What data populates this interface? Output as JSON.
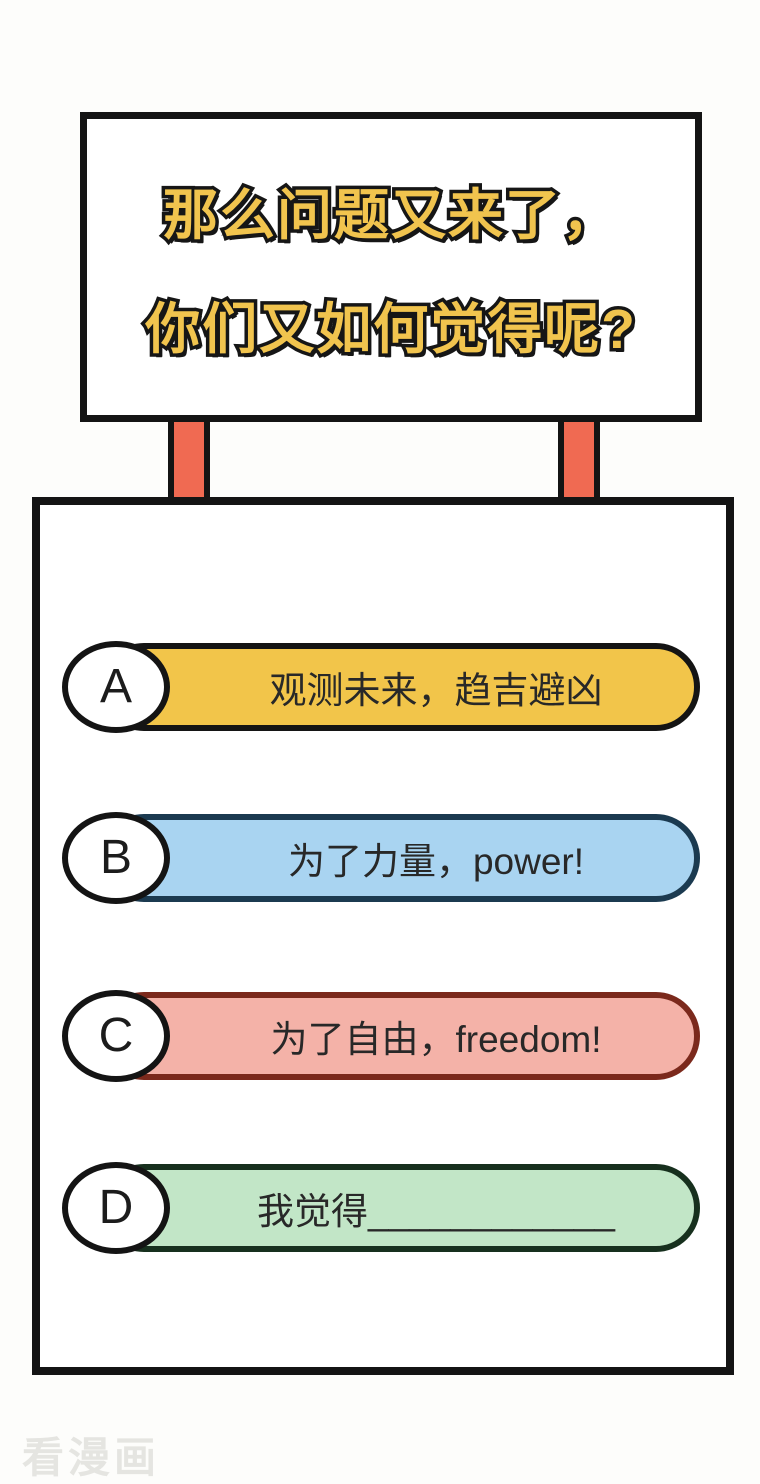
{
  "page": {
    "background": "#fdfdfb",
    "watermark": "看漫画"
  },
  "sign": {
    "line1": "那么问题又来了，",
    "line2": "你们又如何觉得呢?",
    "text_color": "#f1c44e",
    "outline_color": "#161616",
    "board_fill": "#ffffff",
    "board_border": "#141414",
    "post_color": "#f06a52"
  },
  "poll": {
    "options": [
      {
        "letter": "A",
        "text": "观测未来，趋吉避凶",
        "fill": "#f2c54a",
        "border": "#141414"
      },
      {
        "letter": "B",
        "text": "为了力量，power!",
        "fill": "#a9d4f1",
        "border": "#1b3a50"
      },
      {
        "letter": "C",
        "text": "为了自由，freedom!",
        "fill": "#f4b2a8",
        "border": "#7b291c"
      },
      {
        "letter": "D",
        "text": "我觉得____________",
        "fill": "#c2e6c7",
        "border": "#17301e"
      }
    ]
  }
}
